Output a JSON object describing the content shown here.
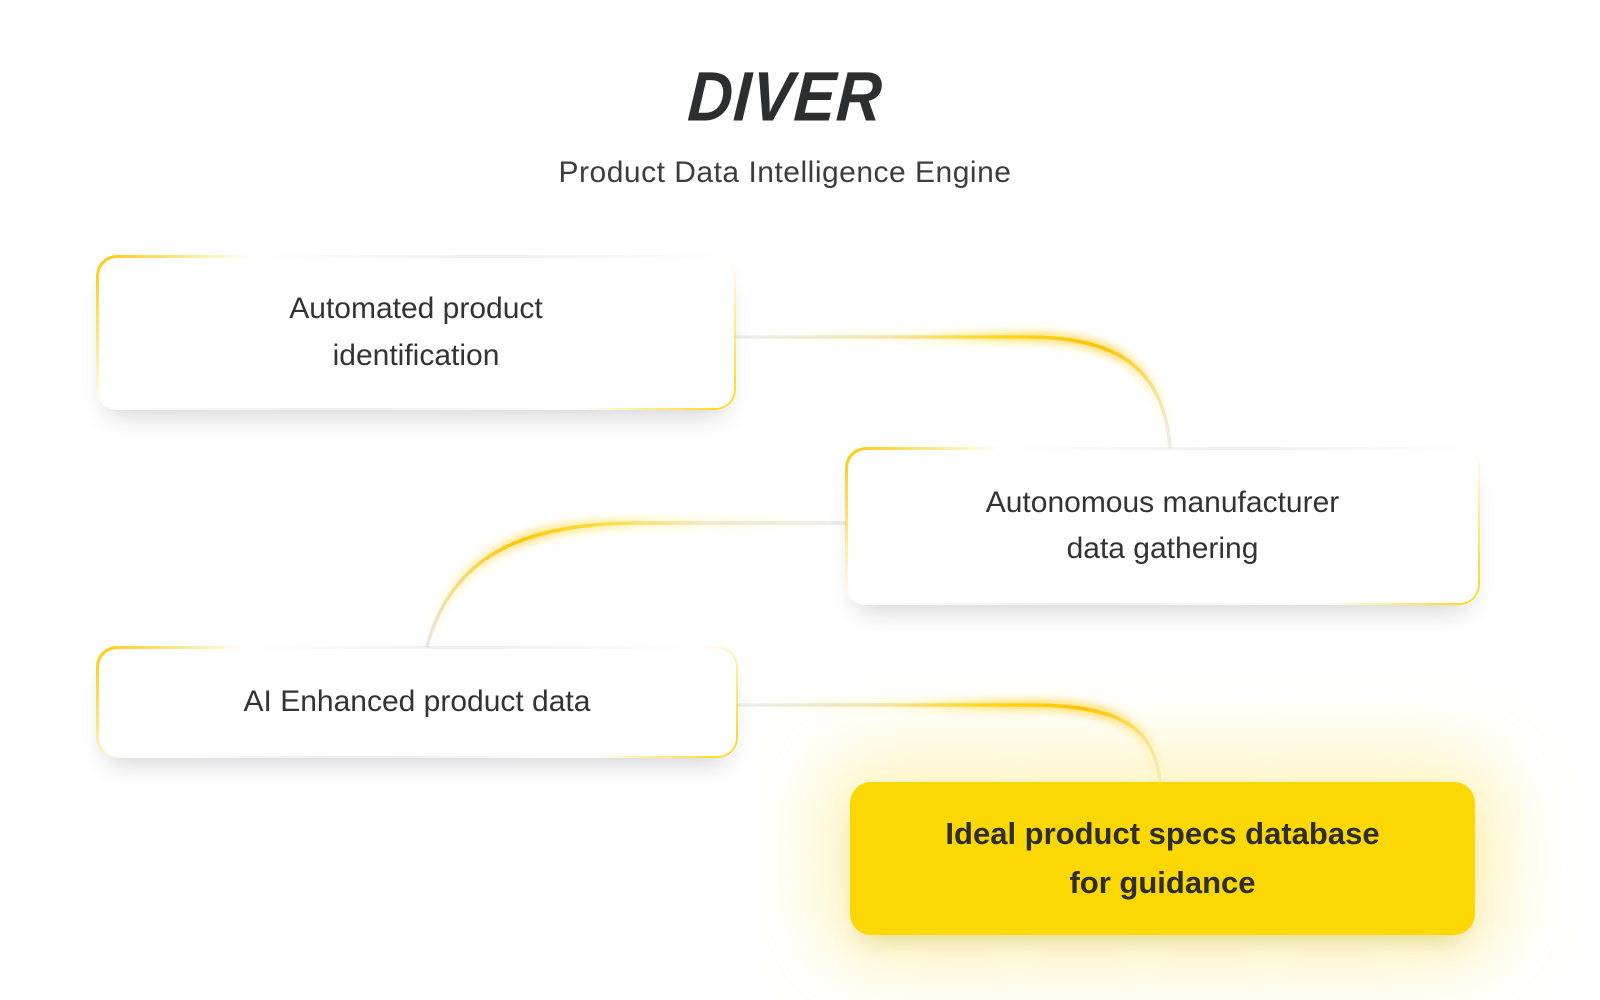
{
  "header": {
    "title": "DIVER",
    "subtitle": "Product Data Intelligence Engine"
  },
  "nodes": [
    {
      "id": "node-1",
      "label": "Automated product\nidentification",
      "variant": "white"
    },
    {
      "id": "node-2",
      "label": "Autonomous manufacturer\ndata gathering",
      "variant": "white"
    },
    {
      "id": "node-3",
      "label": "AI Enhanced product data",
      "variant": "white"
    },
    {
      "id": "node-4",
      "label": "Ideal product specs database\nfor guidance",
      "variant": "highlight"
    }
  ],
  "edges": [
    {
      "from": "node-1",
      "to": "node-2"
    },
    {
      "from": "node-2",
      "to": "node-3"
    },
    {
      "from": "node-3",
      "to": "node-4"
    }
  ],
  "colors": {
    "accent_yellow": "#FFD000",
    "highlight_fill": "#FBD704",
    "connector_gray": "#ECECEC",
    "text_dark": "#2D2E30",
    "background": "#FFFFFF"
  }
}
